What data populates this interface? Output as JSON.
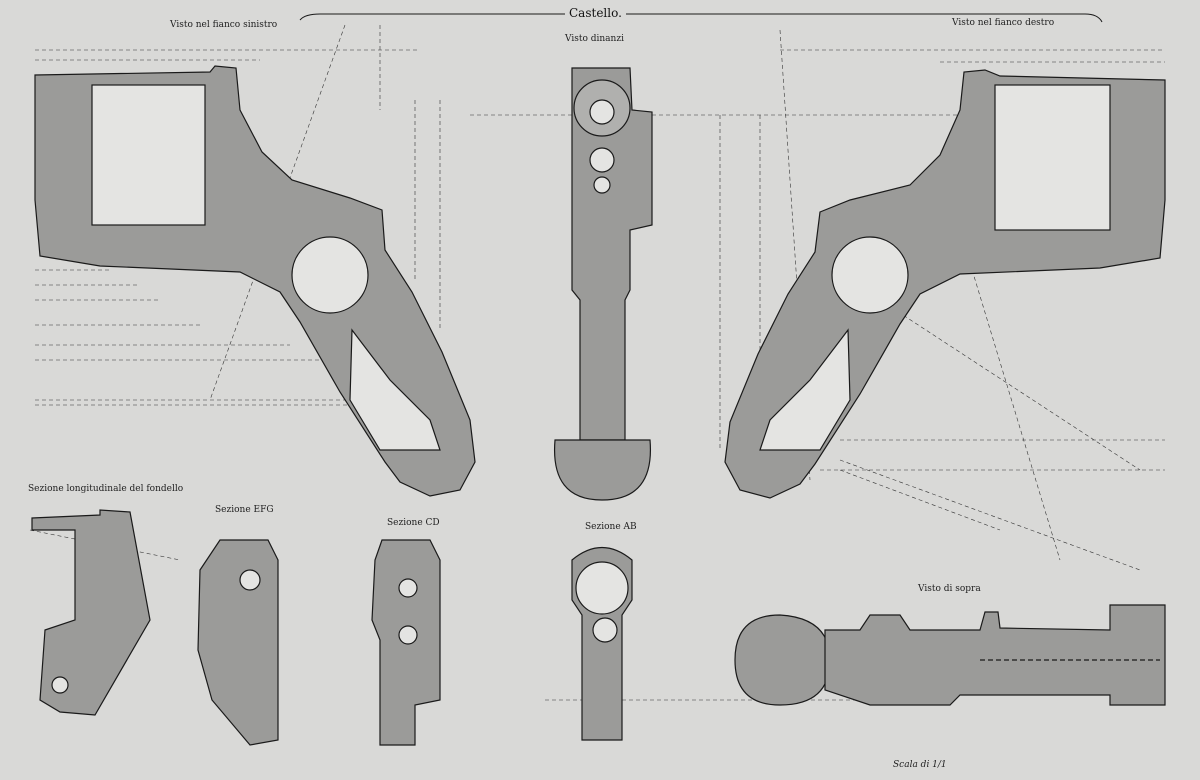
{
  "title": "Castello.",
  "views": {
    "left_side": "Visto nel fianco sinistro",
    "front": "Visto dinanzi",
    "right_side": "Visto nel fianco destro",
    "top": "Visto di sopra"
  },
  "sections": {
    "base_longitudinal": "Sezione longitudinale del fondello",
    "efg": "Sezione EFG",
    "cd": "Sezione CD",
    "ab": "Sezione AB"
  },
  "scale": "Scala di 1/1",
  "colors": {
    "paper": "#d9d9d7",
    "part": "#9b9b99",
    "line": "#1a1a1a"
  }
}
